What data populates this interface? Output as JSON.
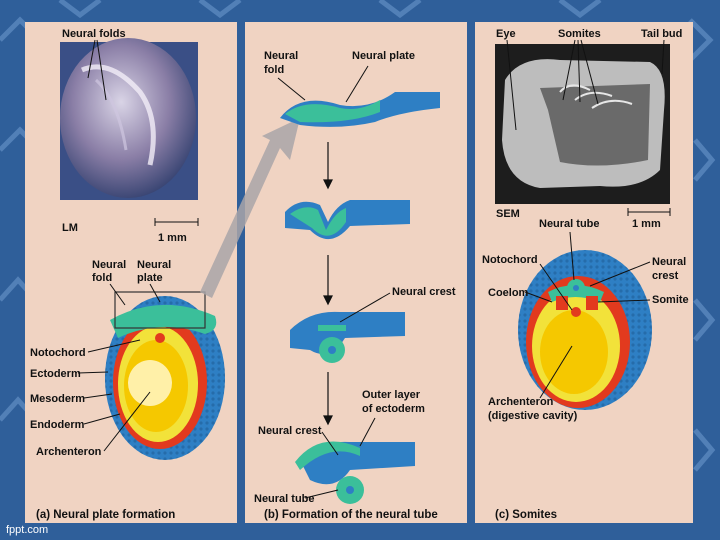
{
  "panel_a": {
    "neural_folds": "Neural folds",
    "lm": "LM",
    "scale": "1 mm",
    "neural_fold": [
      "Neural",
      "fold"
    ],
    "neural_plate": [
      "Neural",
      "plate"
    ],
    "notochord": "Notochord",
    "ectoderm": "Ectoderm",
    "mesoderm": "Mesoderm",
    "endoderm": "Endoderm",
    "archenteron": "Archenteron",
    "caption": "(a) Neural plate formation"
  },
  "panel_b": {
    "neural_fold": [
      "Neural",
      "fold"
    ],
    "neural_plate": "Neural plate",
    "neural_crest_1": "Neural crest",
    "outer_layer": [
      "Outer layer",
      "of ectoderm"
    ],
    "neural_crest_2": "Neural crest",
    "neural_tube": "Neural tube",
    "caption": "(b) Formation of the neural tube"
  },
  "panel_c": {
    "eye": "Eye",
    "somites": "Somites",
    "tail_bud": "Tail bud",
    "sem": "SEM",
    "scale": "1 mm",
    "neural_tube": "Neural tube",
    "notochord": "Notochord",
    "neural_crest": [
      "Neural",
      "crest"
    ],
    "coelom": "Coelom",
    "somite": "Somite",
    "archenteron": [
      "Archenteron",
      "(digestive cavity)"
    ],
    "caption": "(c) Somites"
  },
  "footer": "fppt.com",
  "colors": {
    "background": "#2f5f9a",
    "panel": "#f0d3c2",
    "ectoderm": "#2e7fc4",
    "neural_plate": "#3bbf9a",
    "mesoderm": "#e23a1e",
    "endoderm": "#f2e23a",
    "yolk": "#f5c800"
  }
}
